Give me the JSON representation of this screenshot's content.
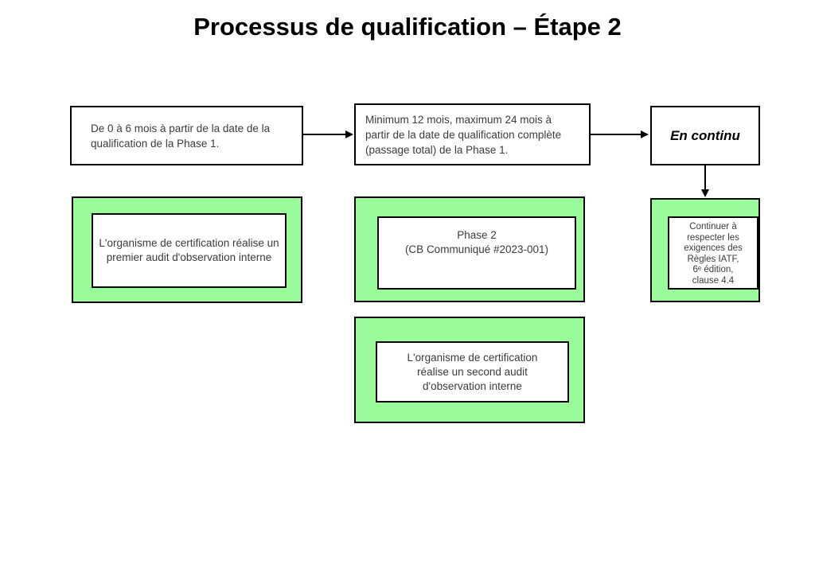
{
  "title": "Processus de qualification – Étape 2",
  "colors": {
    "green_fill": "#99FB99",
    "border": "#000000",
    "text": "#3b3b3b"
  },
  "flow": {
    "step1": {
      "label": "De 0 à 6 mois à partir de la date de la\nqualification de la Phase 1."
    },
    "step2": {
      "label": "Minimum 12 mois, maximum 24 mois à\npartir de la date de qualification complète\n(passage total) de la Phase 1."
    },
    "step3": {
      "label": "En continu"
    },
    "audit_first": {
      "label": "L'organisme de certification réalise un\npremier audit d'observation interne"
    },
    "phase2": {
      "label": "Phase 2\n(CB Communiqué #2023-001)"
    },
    "continue_req": {
      "label": "Continuer à\nrespecter les\nexigences des\nRègles IATF,\n6ᵉ édition,\nclause 4.4"
    },
    "audit_second": {
      "label": "L'organisme de certification\nréalise un second audit\nd'observation interne"
    }
  }
}
